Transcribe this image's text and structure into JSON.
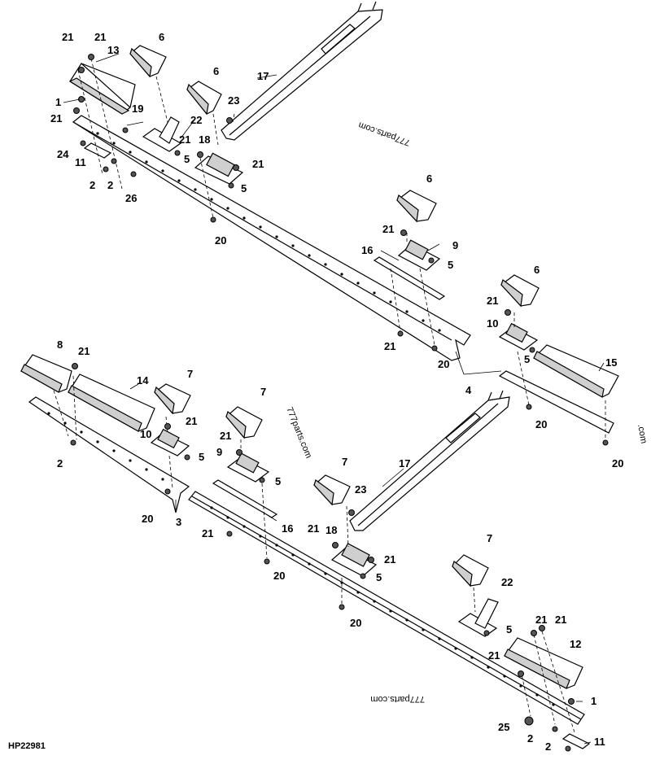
{
  "figure_id": "HP22981",
  "watermarks": [
    "777parts.com",
    "777parts.com",
    "777parts.com",
    ".com"
  ],
  "callouts": {
    "top": [
      "21",
      "21",
      "13",
      "6",
      "6",
      "17",
      "23",
      "1",
      "21",
      "19",
      "22",
      "21",
      "18",
      "5",
      "21",
      "24",
      "11",
      "2",
      "2",
      "26",
      "5",
      "20",
      "6",
      "21",
      "9",
      "16",
      "5",
      "6",
      "21",
      "10",
      "5",
      "15",
      "21",
      "20",
      "4",
      "20",
      "20"
    ],
    "bottom": [
      "8",
      "21",
      "14",
      "7",
      "21",
      "10",
      "5",
      "7",
      "21",
      "9",
      "5",
      "2",
      "20",
      "3",
      "16",
      "21",
      "20",
      "7",
      "23",
      "17",
      "21",
      "18",
      "21",
      "5",
      "20",
      "7",
      "22",
      "5",
      "21",
      "21",
      "12",
      "21",
      "1",
      "25",
      "2",
      "2",
      "11"
    ]
  }
}
